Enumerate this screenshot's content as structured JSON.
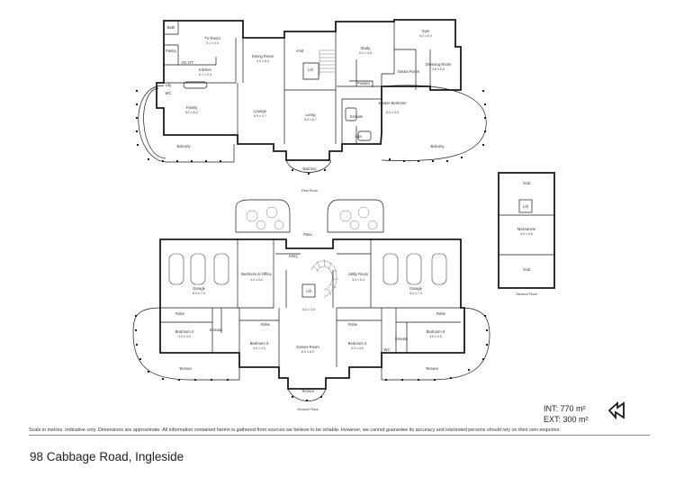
{
  "upper_floor": {
    "rooms": [
      {
        "id": "bath",
        "name": "Bath",
        "dims": ""
      },
      {
        "id": "tv-room",
        "name": "TV Room",
        "dims": "5.1 x 4.0"
      },
      {
        "id": "dining",
        "name": "Dining Room",
        "dims": "4.0 x 6.0"
      },
      {
        "id": "void",
        "name": "Void",
        "dims": ""
      },
      {
        "id": "study",
        "name": "Study",
        "dims": "6.0 x 4.5"
      },
      {
        "id": "gym",
        "name": "Gym",
        "dims": "6.0 x 5.0"
      },
      {
        "id": "pantry",
        "name": "Pantry",
        "dims": ""
      },
      {
        "id": "ov",
        "name": "OV OT",
        "dims": ""
      },
      {
        "id": "kitchen",
        "name": "Kitchen",
        "dims": "6.1 x 3.9"
      },
      {
        "id": "powder",
        "name": "Powder",
        "dims": ""
      },
      {
        "id": "steam",
        "name": "Steam Room",
        "dims": ""
      },
      {
        "id": "dressing",
        "name": "Dressing Room",
        "dims": "3.6 x 6.0"
      },
      {
        "id": "ldy",
        "name": "Ldy",
        "dims": ""
      },
      {
        "id": "family",
        "name": "Family",
        "dims": "8.2 x 6.2"
      },
      {
        "id": "lounge",
        "name": "Lounge",
        "dims": "6.5 x 4.7"
      },
      {
        "id": "living",
        "name": "Living",
        "dims": "6.0 x 6.7"
      },
      {
        "id": "ensuite",
        "name": "Ensuite",
        "dims": ""
      },
      {
        "id": "master",
        "name": "Master Bedroom",
        "dims": "6.0 x 4.5"
      },
      {
        "id": "spa",
        "name": "Spa",
        "dims": ""
      },
      {
        "id": "balcony-l",
        "name": "Balcony",
        "dims": ""
      },
      {
        "id": "balcony-c",
        "name": "Balcony",
        "dims": ""
      },
      {
        "id": "balcony-r",
        "name": "Balcony",
        "dims": ""
      },
      {
        "id": "lift-up",
        "name": "Lift",
        "dims": ""
      },
      {
        "id": "wc-up",
        "name": "WC",
        "dims": ""
      }
    ],
    "floor_label": "First Floor"
  },
  "second_floor": {
    "rooms": [
      {
        "id": "void-top",
        "name": "Void",
        "dims": ""
      },
      {
        "id": "lift-2",
        "name": "Lift",
        "dims": ""
      },
      {
        "id": "mezzanine",
        "name": "Mezzanine",
        "dims": "4.0 x 4.6"
      },
      {
        "id": "void-bot",
        "name": "Void",
        "dims": ""
      }
    ],
    "floor_label": "Second Floor"
  },
  "ground_floor": {
    "rooms": [
      {
        "id": "patio",
        "name": "Patio",
        "dims": ""
      },
      {
        "id": "entry",
        "name": "Entry",
        "dims": ""
      },
      {
        "id": "garage-l",
        "name": "Garage",
        "dims": "8.9 x 7.0"
      },
      {
        "id": "bed-study",
        "name": "Bedroom 6/ Office",
        "dims": "4.0 x 5.2"
      },
      {
        "id": "lift-g",
        "name": "Lift",
        "dims": ""
      },
      {
        "id": "utility",
        "name": "Utility Room",
        "dims": "3.0 x 5.4"
      },
      {
        "id": "garage-r",
        "name": "Garage",
        "dims": "6.0 x 7.0"
      },
      {
        "id": "robe-l",
        "name": "Robe",
        "dims": ""
      },
      {
        "id": "ens-l",
        "name": "Ensuite",
        "dims": ""
      },
      {
        "id": "bed4",
        "name": "Bedroom 4",
        "dims": "4.0 x 4.0"
      },
      {
        "id": "robe-3",
        "name": "Robe",
        "dims": ""
      },
      {
        "id": "bed3",
        "name": "Bedroom 3",
        "dims": "4.0 x 4.5"
      },
      {
        "id": "games",
        "name": "Games Room",
        "dims": "6.0 x 6.0"
      },
      {
        "id": "robe-2",
        "name": "Robe",
        "dims": ""
      },
      {
        "id": "bed2",
        "name": "Bedroom 2",
        "dims": "4.0 x 4.5"
      },
      {
        "id": "bed5",
        "name": "Bedroom 5",
        "dims": "4.0 x 4.5"
      },
      {
        "id": "robe-r",
        "name": "Robe",
        "dims": ""
      },
      {
        "id": "ens-r",
        "name": "Ensuite",
        "dims": ""
      },
      {
        "id": "wc-g",
        "name": "WC",
        "dims": ""
      },
      {
        "id": "terrace-l",
        "name": "Terrace",
        "dims": ""
      },
      {
        "id": "terrace-c",
        "name": "Terrace",
        "dims": ""
      },
      {
        "id": "terrace-r",
        "name": "Terrace",
        "dims": ""
      },
      {
        "id": "hall",
        "name": "",
        "dims": "6.0 x 4.5"
      }
    ],
    "floor_label": "Ground Floor"
  },
  "area": {
    "int": "INT: 770 m²",
    "ext": "EXT: 300 m²"
  },
  "disclaimer": "Scale in metres. Indicative only. Dimensions are approximate. All information contained herein is gathered from sources we believe to be reliable. However, we cannot guarantee its accuracy and interested persons should rely on their own enquiries.",
  "address": "98 Cabbage Road, Ingleside",
  "colors": {
    "wall": "#1a1a1a",
    "text": "#222222"
  }
}
